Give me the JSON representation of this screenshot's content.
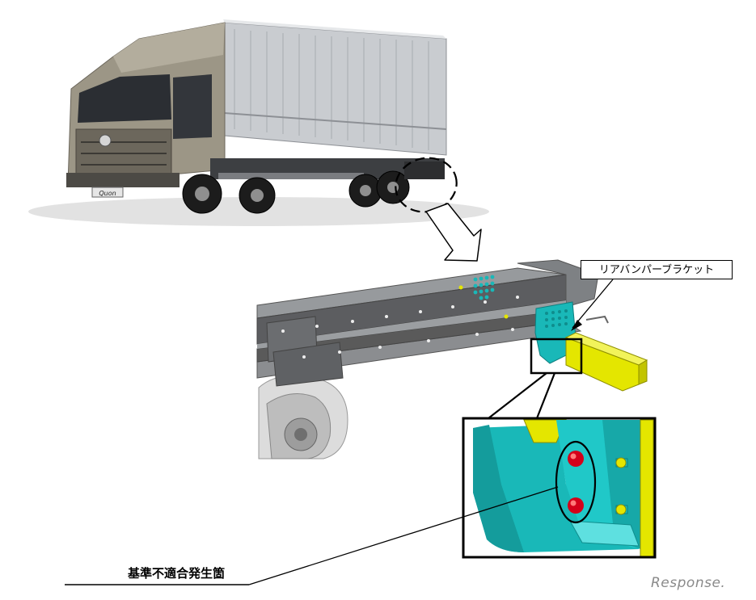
{
  "diagram": {
    "callout_label": "リアバンパーブラケット",
    "defect_label": "基準不適合発生箇",
    "truck_badge": "Quon",
    "watermark": "Response."
  },
  "colors": {
    "bracket": "#19b8b8",
    "bumper": "#e4e600",
    "bolt_defect": "#d4001a",
    "chassis": "#5a5a5a"
  }
}
